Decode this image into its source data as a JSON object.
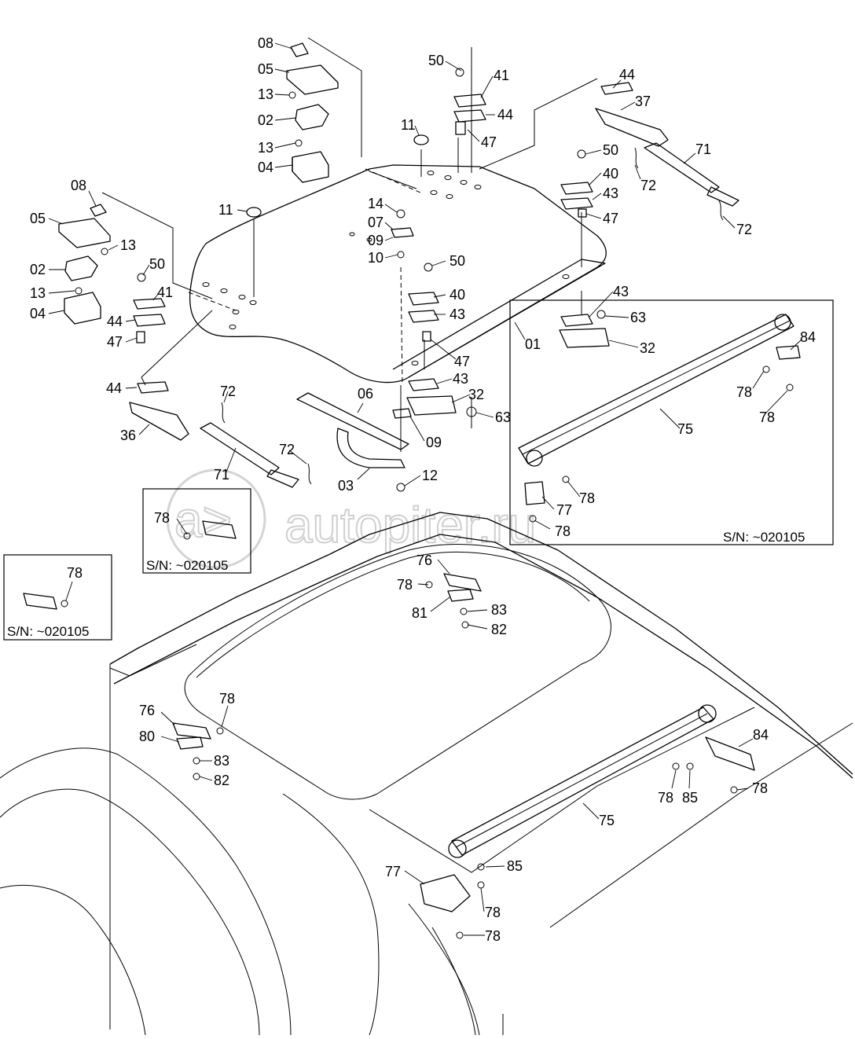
{
  "watermark": "autopiter.ru",
  "serial_note": "S/N: ~020105",
  "callouts": {
    "c08a": "08",
    "c05a": "05",
    "c13a": "13",
    "c02a": "02",
    "c13b": "13",
    "c04a": "04",
    "c08b": "08",
    "c05b": "05",
    "c13c": "13",
    "c02b": "02",
    "c13d": "13",
    "c04b": "04",
    "c11a": "11",
    "c11b": "11",
    "c50a": "50",
    "c41a": "41",
    "c44a": "44",
    "c47a": "47",
    "c14": "14",
    "c07": "07",
    "c09a": "09",
    "c10": "10",
    "c50b": "50",
    "c40a": "40",
    "c43a": "43",
    "c50c": "50",
    "c41b": "41",
    "c44b": "44",
    "c47b": "47",
    "c44c": "44",
    "c37": "37",
    "c71a": "71",
    "c72a": "72",
    "c72b": "72",
    "c50d": "50",
    "c40b": "40",
    "c43b": "43",
    "c47c": "47",
    "c43c": "43",
    "c63a": "63",
    "c32a": "32",
    "c01": "01",
    "c47d": "47",
    "c43d": "43",
    "c32b": "32",
    "c63b": "63",
    "c09b": "09",
    "c06": "06",
    "c44d": "44",
    "c72c": "72",
    "c36": "36",
    "c71b": "71",
    "c72d": "72",
    "c03": "03",
    "c12": "12",
    "c84a": "84",
    "c78a": "78",
    "c78b": "78",
    "c75a": "75",
    "c78c": "78",
    "c77a": "77",
    "c78d": "78",
    "c78e": "78",
    "c78f": "78",
    "c76a": "76",
    "c78g": "78",
    "c81": "81",
    "c83a": "83",
    "c82a": "82",
    "c76b": "76",
    "c78h": "78",
    "c80": "80",
    "c83b": "83",
    "c82b": "82",
    "c84b": "84",
    "c78i": "78",
    "c85a": "85",
    "c78j": "78",
    "c75b": "75",
    "c85b": "85",
    "c77b": "77",
    "c78k": "78",
    "c78l": "78"
  }
}
